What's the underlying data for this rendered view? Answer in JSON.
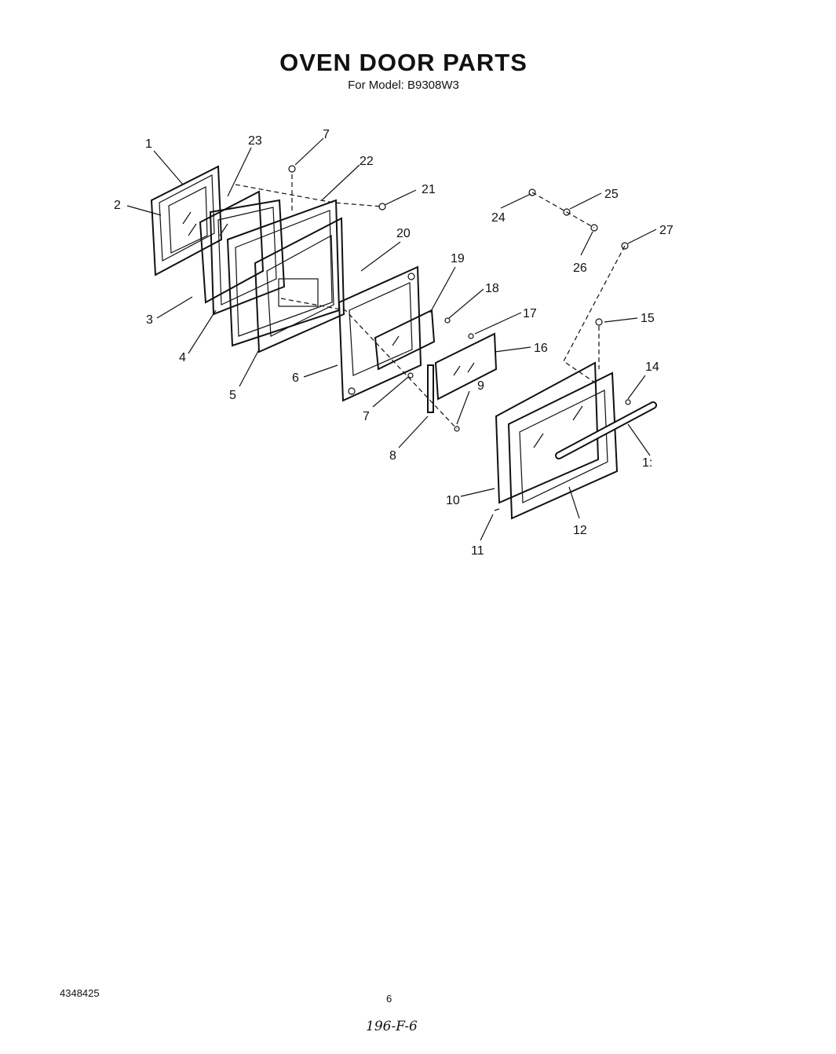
{
  "title": "OVEN DOOR PARTS",
  "subtitle": "For Model: B9308W3",
  "document_number": "4348425",
  "page_number": "6",
  "handwritten_note": "196-F-6",
  "callouts": [
    {
      "id": "c1",
      "label": "1"
    },
    {
      "id": "c2",
      "label": "2"
    },
    {
      "id": "c3",
      "label": "3"
    },
    {
      "id": "c4",
      "label": "4"
    },
    {
      "id": "c5",
      "label": "5"
    },
    {
      "id": "c6",
      "label": "6"
    },
    {
      "id": "c7a",
      "label": "7"
    },
    {
      "id": "c7b",
      "label": "7"
    },
    {
      "id": "c8",
      "label": "8"
    },
    {
      "id": "c9",
      "label": "9"
    },
    {
      "id": "c10",
      "label": "10"
    },
    {
      "id": "c11",
      "label": "11"
    },
    {
      "id": "c12",
      "label": "12"
    },
    {
      "id": "c13",
      "label": "1:"
    },
    {
      "id": "c14",
      "label": "14"
    },
    {
      "id": "c15",
      "label": "15"
    },
    {
      "id": "c16",
      "label": "16"
    },
    {
      "id": "c17",
      "label": "17"
    },
    {
      "id": "c18",
      "label": "18"
    },
    {
      "id": "c19",
      "label": "19"
    },
    {
      "id": "c20",
      "label": "20"
    },
    {
      "id": "c21",
      "label": "21"
    },
    {
      "id": "c22",
      "label": "22"
    },
    {
      "id": "c23",
      "label": "23"
    },
    {
      "id": "c24",
      "label": "24"
    },
    {
      "id": "c25",
      "label": "25"
    },
    {
      "id": "c26",
      "label": "26"
    },
    {
      "id": "c27",
      "label": "27"
    }
  ]
}
